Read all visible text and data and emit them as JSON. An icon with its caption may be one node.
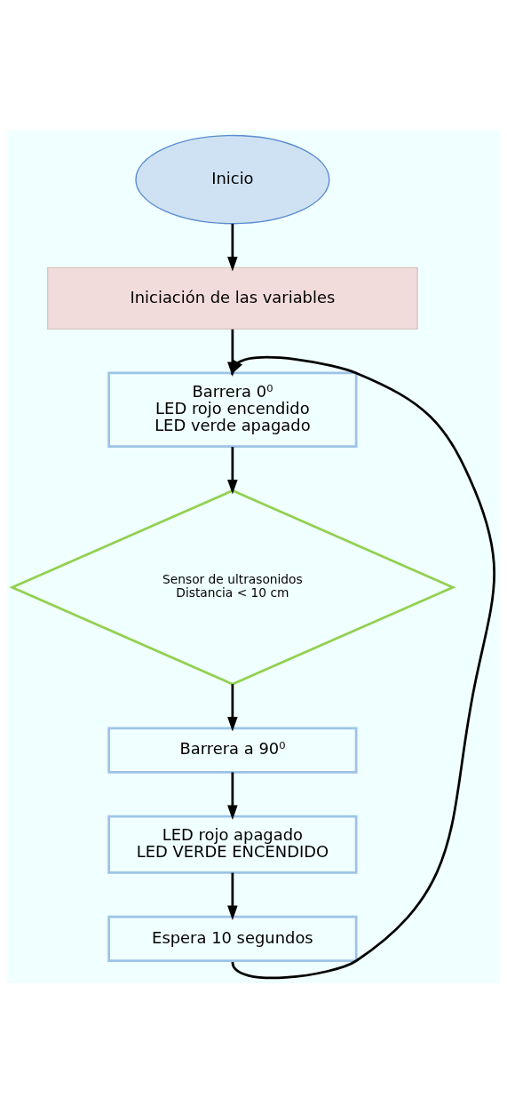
{
  "diagram": {
    "nodes": [
      {
        "text": [
          "Inicio"
        ]
      },
      {
        "text": [
          "Iniciación de las variables"
        ]
      },
      {
        "text": [
          "Barrera 0⁰",
          "LED rojo encendido",
          "LED verde apagado"
        ]
      },
      {
        "text": [
          "Sensor de ultrasonidos",
          "Distancia < 10 cm"
        ]
      },
      {
        "text": [
          "Barrera a 90⁰"
        ]
      },
      {
        "text": [
          "LED rojo apagado",
          "LED VERDE ENCENDIDO"
        ]
      },
      {
        "text": [
          "Espera 10 segundos"
        ]
      }
    ],
    "edges": [
      {
        "from": 0,
        "to": 1,
        "arrow": "to"
      },
      {
        "from": 1,
        "to": 2,
        "arrow": "to"
      },
      {
        "from": 2,
        "to": 3,
        "arrow": "to"
      },
      {
        "from": 3,
        "to": 4,
        "arrow": "to"
      },
      {
        "from": 4,
        "to": 5,
        "arrow": "to"
      },
      {
        "from": 5,
        "to": 6,
        "arrow": "to"
      },
      {
        "from": 6,
        "to": 2,
        "arrow": "to"
      }
    ]
  }
}
